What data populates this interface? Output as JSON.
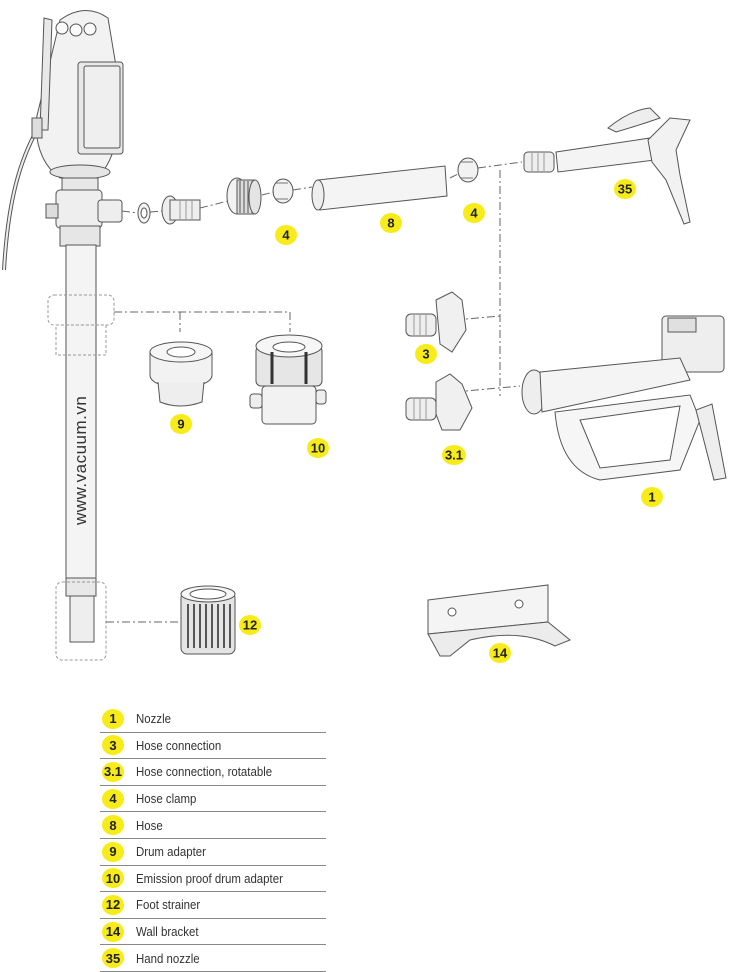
{
  "watermark": "www.vacuum.vn",
  "badge_color": "#f7ec1a",
  "callouts": {
    "c1": "1",
    "c3": "3",
    "c31": "3.1",
    "c4a": "4",
    "c4b": "4",
    "c8": "8",
    "c9": "9",
    "c10": "10",
    "c12": "12",
    "c14": "14",
    "c35": "35"
  },
  "legend": [
    {
      "number": "1",
      "label": "Nozzle"
    },
    {
      "number": "3",
      "label": "Hose connection"
    },
    {
      "number": "3.1",
      "label": "Hose connection, rotatable"
    },
    {
      "number": "4",
      "label": "Hose clamp"
    },
    {
      "number": "8",
      "label": "Hose"
    },
    {
      "number": "9",
      "label": "Drum adapter"
    },
    {
      "number": "10",
      "label": "Emission proof drum adapter"
    },
    {
      "number": "12",
      "label": "Foot strainer"
    },
    {
      "number": "14",
      "label": "Wall bracket"
    },
    {
      "number": "35",
      "label": "Hand nozzle"
    }
  ]
}
